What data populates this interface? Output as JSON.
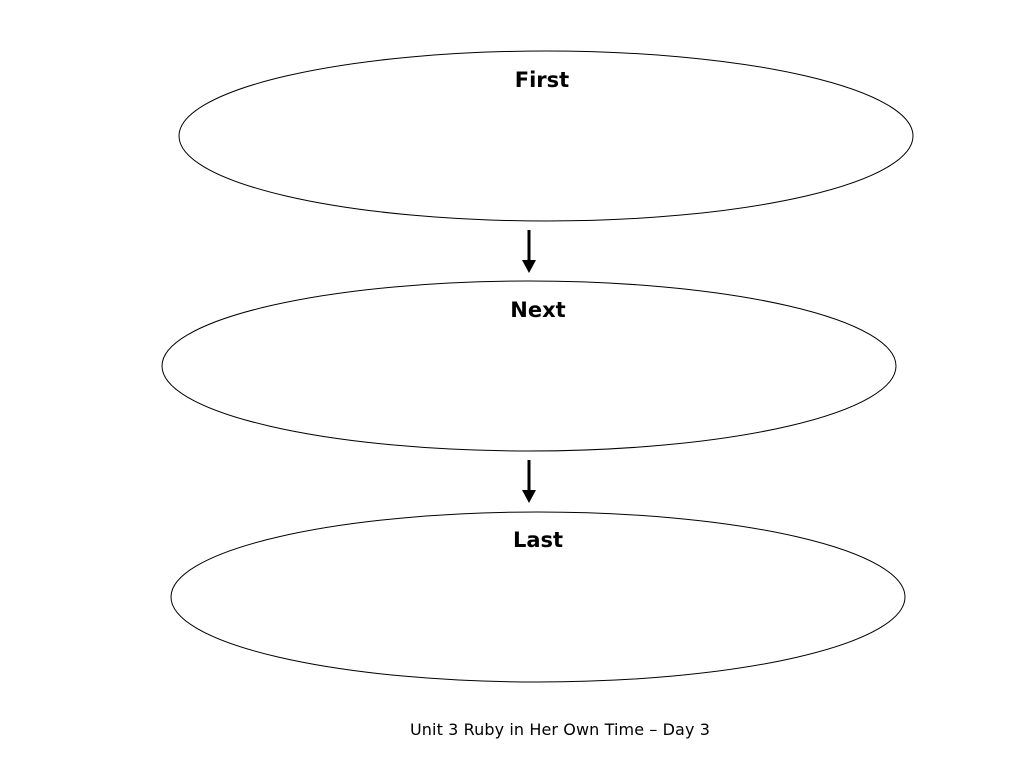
{
  "stages": [
    {
      "label": "First"
    },
    {
      "label": "Next"
    },
    {
      "label": "Last"
    }
  ],
  "footer": {
    "text": "Unit 3 Ruby in Her Own Time – Day 3"
  },
  "colors": {
    "stroke": "#000000",
    "fill": "#ffffff"
  }
}
